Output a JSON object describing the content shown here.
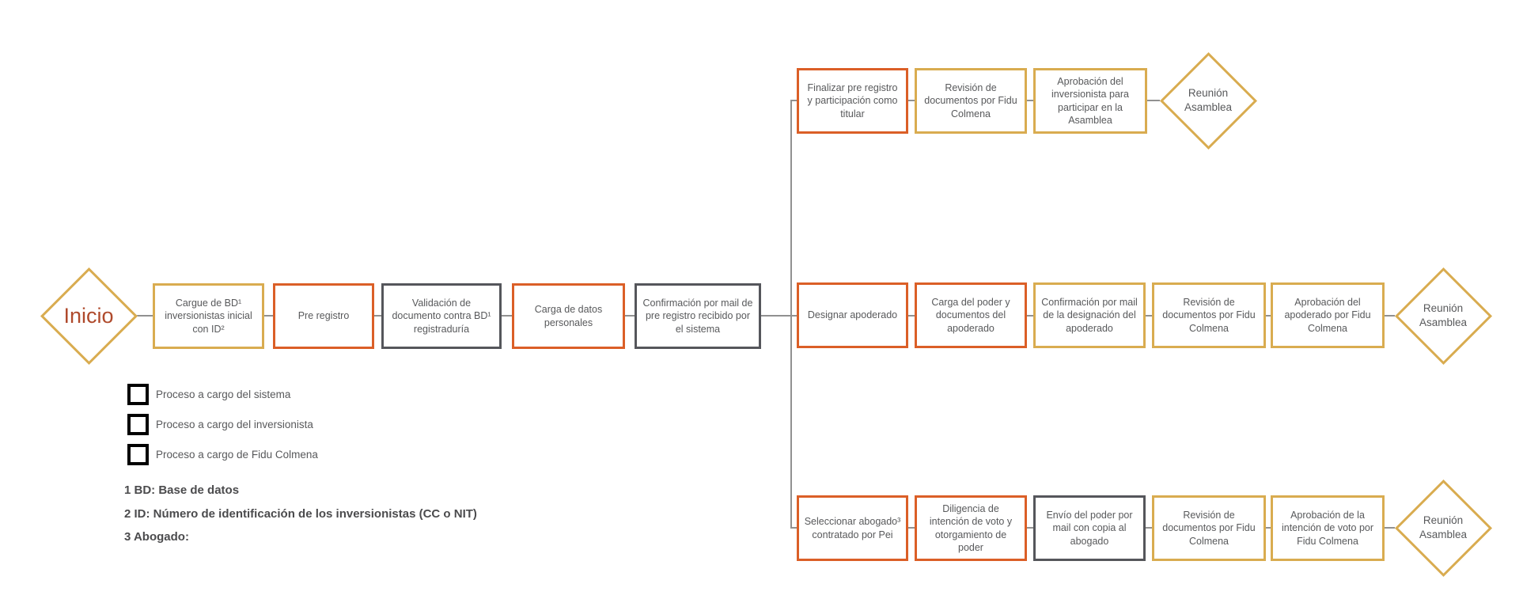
{
  "palette": {
    "gold": "#D9AC50",
    "orange": "#DB5F27",
    "gray": "#55565B",
    "text": "#58595B",
    "inicio": "#AF4A2C",
    "line": "#919191",
    "footnote": "#4B4B4D"
  },
  "start": {
    "label": "Inicio"
  },
  "main_row": {
    "boxes": [
      {
        "label": "Cargue de BD¹ inversionistas inicial con ID²",
        "owner": "sistema",
        "color": "gold"
      },
      {
        "label": "Pre registro",
        "owner": "inversionista",
        "color": "orange"
      },
      {
        "label": "Validación de documento contra BD¹ registraduría",
        "owner": "fidu-colmena",
        "color": "gray"
      },
      {
        "label": "Carga de datos personales",
        "owner": "inversionista",
        "color": "orange"
      },
      {
        "label": "Confirmación por mail de pre registro recibido por el sistema",
        "owner": "fidu-colmena",
        "color": "gray"
      }
    ]
  },
  "branches": [
    {
      "name": "titular",
      "boxes": [
        {
          "label": "Finalizar pre registro y participación como titular",
          "owner": "inversionista",
          "color": "orange"
        },
        {
          "label": "Revisión de documentos por Fidu Colmena",
          "owner": "sistema",
          "color": "gold"
        },
        {
          "label": "Aprobación del inversionista para participar en la Asamblea",
          "owner": "sistema",
          "color": "gold"
        }
      ],
      "end_label": "Reunión Asamblea"
    },
    {
      "name": "apoderado",
      "boxes": [
        {
          "label": "Designar apoderado",
          "owner": "inversionista",
          "color": "orange"
        },
        {
          "label": "Carga del poder y documentos del apoderado",
          "owner": "inversionista",
          "color": "orange"
        },
        {
          "label": "Confirmación por mail de la designación del apoderado",
          "owner": "sistema",
          "color": "gold"
        },
        {
          "label": "Revisión de documentos por Fidu Colmena",
          "owner": "sistema",
          "color": "gold"
        },
        {
          "label": "Aprobación del apoderado por Fidu Colmena",
          "owner": "sistema",
          "color": "gold"
        }
      ],
      "end_label": "Reunión Asamblea"
    },
    {
      "name": "abogado",
      "boxes": [
        {
          "label": "Seleccionar abogado³ contratado por  Pei",
          "owner": "inversionista",
          "color": "orange"
        },
        {
          "label": "Diligencia de intención de voto y otorgamiento de poder",
          "owner": "inversionista",
          "color": "orange"
        },
        {
          "label": "Envío del poder por mail con copia al abogado",
          "owner": "fidu-colmena",
          "color": "gray"
        },
        {
          "label": "Revisión de documentos por Fidu Colmena",
          "owner": "sistema",
          "color": "gold"
        },
        {
          "label": "Aprobación de la intención de voto por Fidu Colmena",
          "owner": "sistema",
          "color": "gold"
        }
      ],
      "end_label": "Reunión Asamblea"
    }
  ],
  "legend": {
    "items": [
      {
        "label": "Proceso a cargo del sistema",
        "color": "gold"
      },
      {
        "label": "Proceso a cargo del inversionista",
        "color": "orange"
      },
      {
        "label": "Proceso a cargo de Fidu Colmena",
        "color": "gray"
      }
    ]
  },
  "footnotes": [
    "1 BD: Base de datos",
    "2 ID: Número de identificación de los inversionistas (CC o NIT)",
    "3 Abogado:"
  ]
}
